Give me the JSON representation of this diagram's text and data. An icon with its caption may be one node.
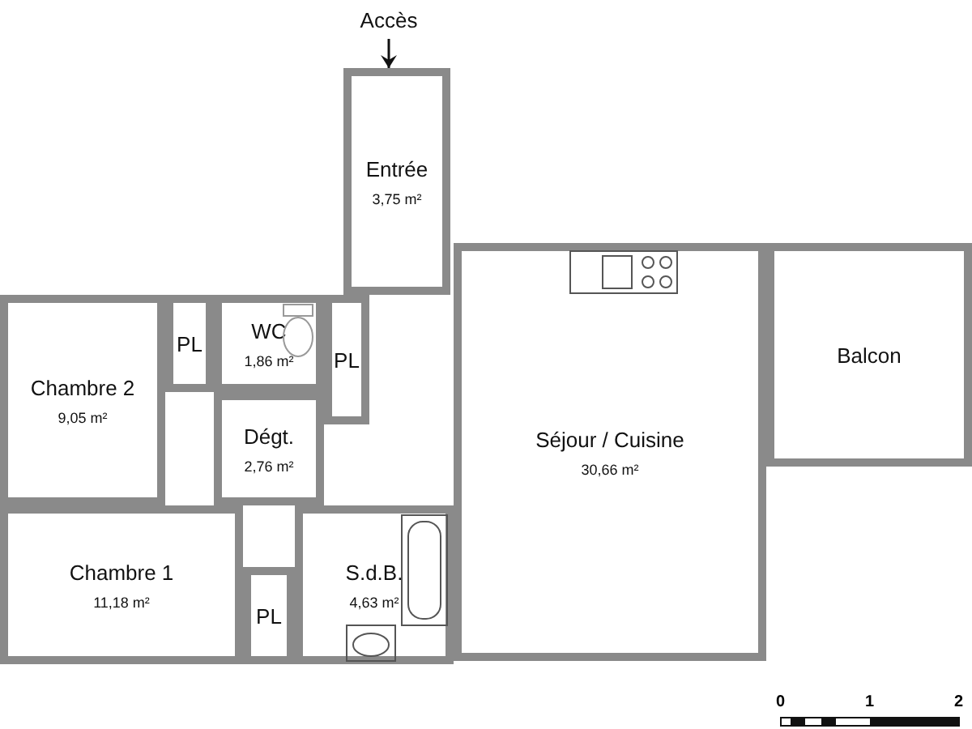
{
  "diagram": {
    "nodes": [
      {
        "text": [
          "Accès"
        ]
      },
      {
        "text": [
          "Entrée",
          "3,75 m²"
        ]
      },
      {
        "text": [
          "Chambre 2",
          "9,05 m²"
        ]
      },
      {
        "text": [
          "PL"
        ]
      },
      {
        "text": [
          "WC",
          "1,86 m²"
        ]
      },
      {
        "text": [
          "PL"
        ]
      },
      {
        "text": [
          "Dégt.",
          "2,76 m²"
        ]
      },
      {
        "text": [
          "Séjour / Cuisine",
          "30,66 m²"
        ]
      },
      {
        "text": [
          "Balcon"
        ]
      },
      {
        "text": [
          "Chambre 1",
          "11,18 m²"
        ]
      },
      {
        "text": [
          "PL"
        ]
      },
      {
        "text": [
          "S.d.B.",
          "4,63 m²"
        ]
      }
    ],
    "edges": [
      {
        "from": 0,
        "to": 1,
        "arrow": "to"
      }
    ],
    "labels": [
      "0",
      "1",
      "2"
    ]
  }
}
